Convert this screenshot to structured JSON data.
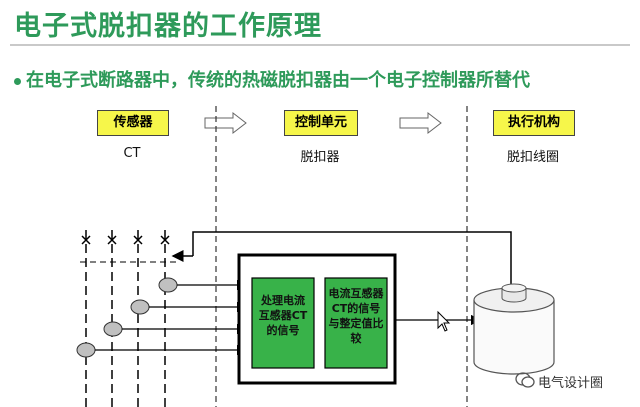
{
  "title": "电子式脱扣器的工作原理",
  "bullet": "在电子式断路器中，传统的热磁脱扣器由一个电子控制器所替代",
  "stages": [
    {
      "label": "传感器",
      "sub": "CT"
    },
    {
      "label": "控制单元",
      "sub": "脱扣器"
    },
    {
      "label": "执行机构",
      "sub": "脱扣线圈"
    }
  ],
  "processing_block": {
    "left_label": "处理电流互感器CT的信号",
    "right_label": "电流互感器CT的信号与整定值比较"
  },
  "watermark": "电气设计圈",
  "colors": {
    "title_green": "#2e9a5a",
    "stage_box_yellow": "#f6f64a",
    "inner_box_green": "#38b249",
    "ct_gray": "#c0c0c0"
  }
}
